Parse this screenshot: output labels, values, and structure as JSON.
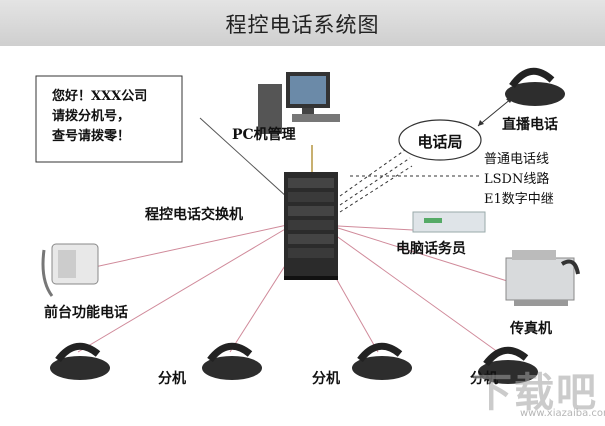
{
  "header": {
    "title": "程控电话系统图"
  },
  "callout": {
    "lines": [
      "您好！XXX公司",
      "请拨分机号，",
      "查号请拨零！"
    ]
  },
  "nodes": {
    "pc": "PC机管理",
    "switch": "程控电话交换机",
    "exchange": "电话局",
    "direct_phone": "直播电话",
    "operator": "电脑话务员",
    "front_desk": "前台功能电话",
    "fax": "传真机",
    "ext1": "分机",
    "ext2": "分机",
    "ext3": "分机"
  },
  "exchange_lines": [
    "普通电话线",
    "LSDN线路",
    "E1数字中继"
  ],
  "watermark": {
    "text": "下载吧",
    "url": "www.xiazaiba.com"
  },
  "colors": {
    "wire": "#d08a9a",
    "switch": "#2b2b2b",
    "dotted": "#333333"
  }
}
